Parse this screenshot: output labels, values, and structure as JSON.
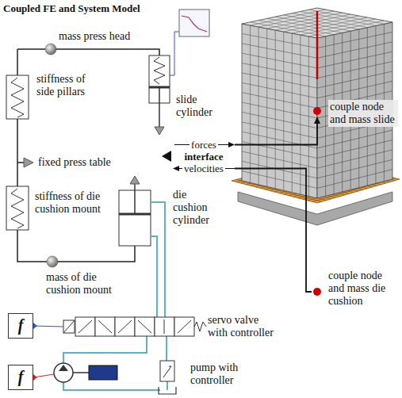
{
  "diagram": {
    "title": "Coupled FE and System Model",
    "nodes": [
      {
        "text": [
          "forces",
          "interface",
          "velocities"
        ]
      },
      {
        "text": [
          "f"
        ]
      },
      {
        "text": [
          "f"
        ]
      }
    ],
    "labels": [
      "mass press head",
      "slide cylinder",
      "stiffness of side pillars",
      "fixed press table",
      "stiffness of die cushion mount",
      "die cushion cylinder",
      "mass of die cushion mount",
      "couple node and mass slide",
      "couple node and mass die cushion",
      "servo valve with controller",
      "pump with controller"
    ]
  }
}
